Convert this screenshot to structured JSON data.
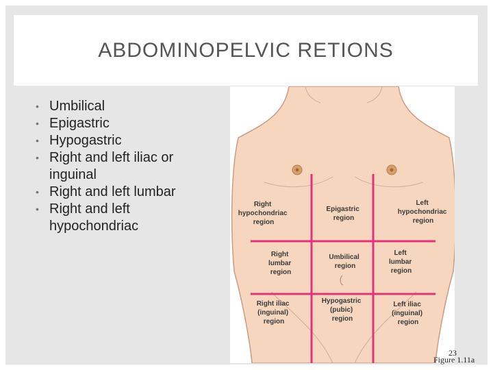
{
  "title": "ABDOMINOPELVIC RETIONS",
  "bullets": [
    "Umbilical",
    "Epigastric",
    "Hypogastric",
    "Right and left iliac or inguinal",
    "Right and left lumbar",
    "Right and left hypochondriac"
  ],
  "figure": {
    "regions": {
      "right_hypochondriac": [
        "Right",
        "hypochondriac",
        "region"
      ],
      "epigastric": [
        "Epigastric",
        "region"
      ],
      "left_hypochondriac": [
        "Left",
        "hypochondriac",
        "region"
      ],
      "right_lumbar": [
        "Right",
        "lumbar",
        "region"
      ],
      "umbilical": [
        "Umbilical",
        "region"
      ],
      "left_lumbar": [
        "Left",
        "lumbar",
        "region"
      ],
      "right_iliac": [
        "Right iliac",
        "(inguinal)",
        "region"
      ],
      "hypogastric": [
        "Hypogastric",
        "(pubic)",
        "region"
      ],
      "left_iliac": [
        "Left iliac",
        "(inguinal)",
        "region"
      ]
    },
    "colors": {
      "skin": "#f6d6bf",
      "skin_outline": "#c89c86",
      "grid": "#e2337a"
    }
  },
  "page_number": "23",
  "figure_ref": "Figure 1.11a"
}
